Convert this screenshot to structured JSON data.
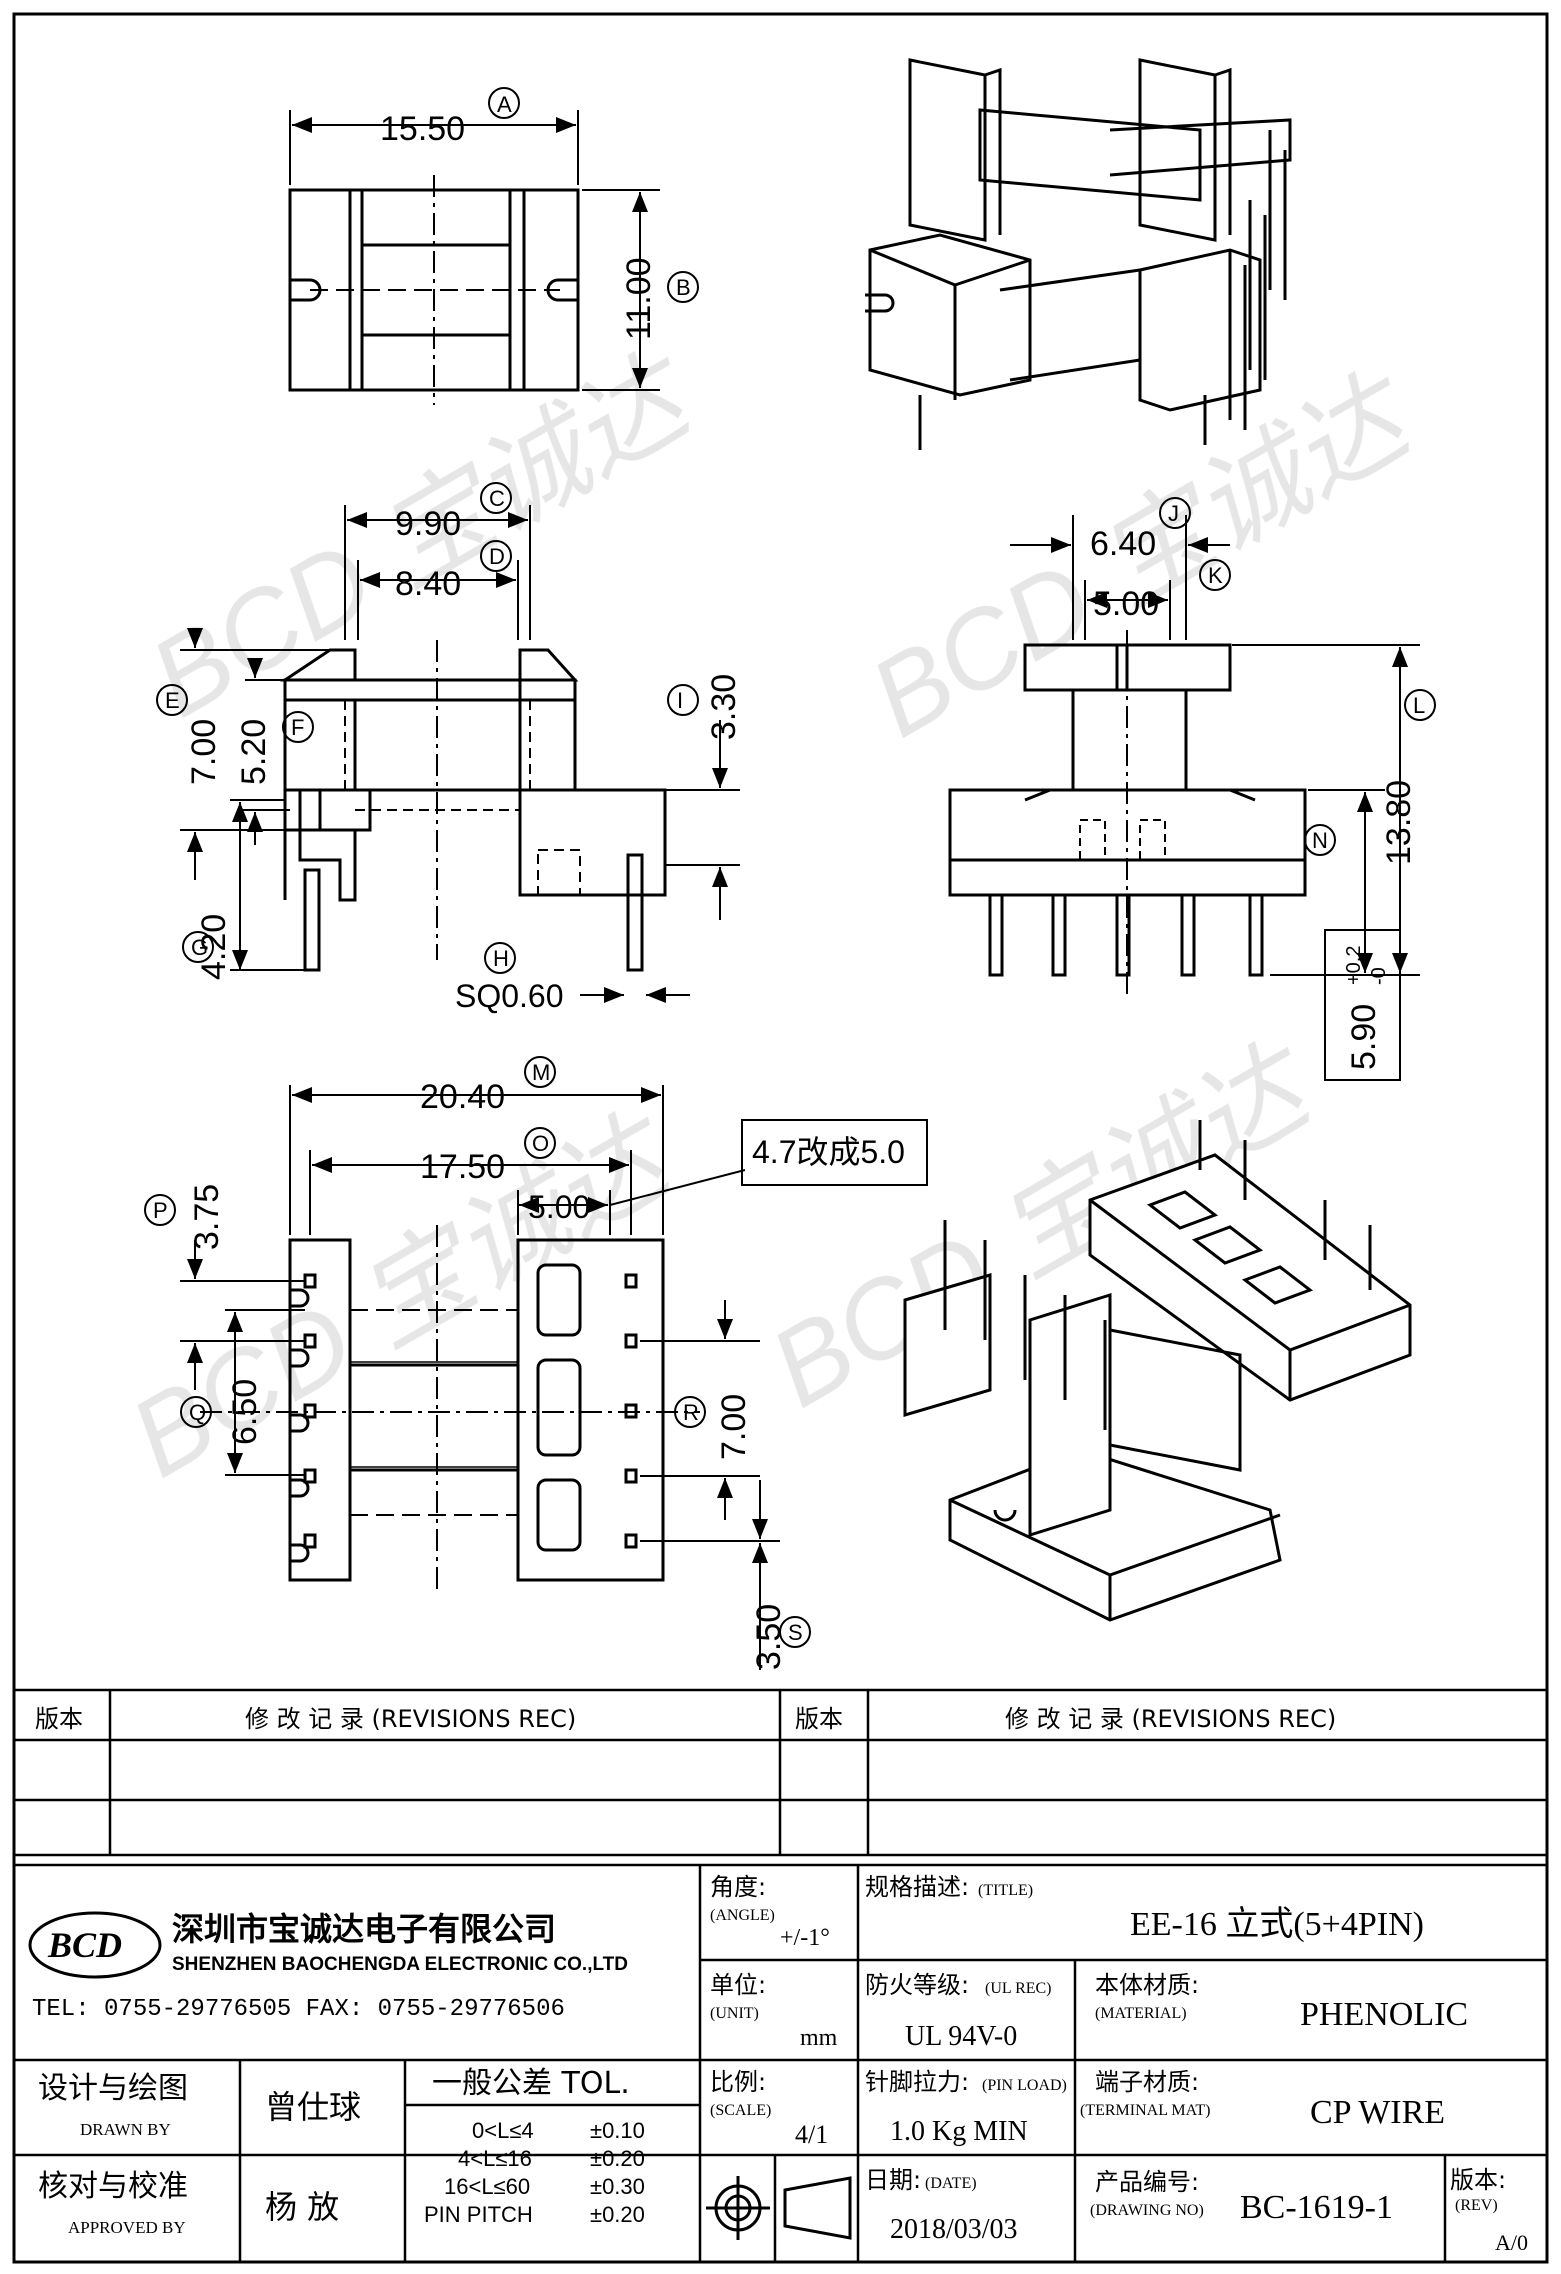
{
  "dimensions": {
    "A": {
      "letter": "A",
      "value": "15.50"
    },
    "B": {
      "letter": "B",
      "value": "11.00"
    },
    "C": {
      "letter": "C",
      "value": "9.90"
    },
    "D": {
      "letter": "D",
      "value": "8.40"
    },
    "E": {
      "letter": "E",
      "value": "7.00"
    },
    "F": {
      "letter": "F",
      "value": "5.20"
    },
    "G": {
      "letter": "G",
      "value": "4.20"
    },
    "H": {
      "letter": "H",
      "value": "SQ0.60"
    },
    "I": {
      "letter": "I",
      "value": "3.30"
    },
    "J": {
      "letter": "J",
      "value": "6.40"
    },
    "K": {
      "letter": "K",
      "value": "5.00"
    },
    "L": {
      "letter": "L",
      "value": "13.80"
    },
    "N": {
      "letter": "N",
      "value": "5.90",
      "tol_plus": "+0.2",
      "tol_minus": "-0"
    },
    "M": {
      "letter": "M",
      "value": "20.40"
    },
    "O": {
      "letter": "O",
      "value": "17.50"
    },
    "P": {
      "letter": "P",
      "value": "3.75"
    },
    "Q": {
      "letter": "Q",
      "value": "6.50"
    },
    "R": {
      "letter": "R",
      "value": "7.00"
    },
    "S": {
      "letter": "S",
      "value": "3.50"
    },
    "pitch": {
      "value": "5.00"
    }
  },
  "note": "4.7改成5.0",
  "watermark": "BCD 宝诚达",
  "revisions": {
    "left_version_header": "版本",
    "left_record_header": "修 改 记 录 (REVISIONS REC)",
    "right_version_header": "版本",
    "right_record_header": "修 改 记 录 (REVISIONS REC)"
  },
  "company": {
    "logo": "BCD",
    "name_cn": "深圳市宝诚达电子有限公司",
    "name_en": "SHENZHEN BAOCHENGDA ELECTRONIC CO.,LTD",
    "contact": "TEL: 0755-29776505  FAX: 0755-29776506"
  },
  "title_block": {
    "angle_label": "角度:",
    "angle_label_en": "(ANGLE)",
    "angle_value": "+/-1°",
    "title_label": "规格描述:",
    "title_label_en": "(TITLE)",
    "title_value": "EE-16 立式(5+4PIN)",
    "unit_label": "单位:",
    "unit_label_en": "(UNIT)",
    "unit_value": "mm",
    "ul_label": "防火等级:",
    "ul_label_en": "(UL REC)",
    "ul_value": "UL 94V-0",
    "material_label": "本体材质:",
    "material_label_en": "(MATERIAL)",
    "material_value": "PHENOLIC",
    "designer_label": "设计与绘图",
    "designer_label_en": "DRAWN BY",
    "designer_value": "曾仕球",
    "tolerance_label": "一般公差 TOL.",
    "tolerances": [
      {
        "range": "0<L≤4",
        "tol": "±0.10"
      },
      {
        "range": "4<L≤16",
        "tol": "±0.20"
      },
      {
        "range": "16<L≤60",
        "tol": "±0.30"
      },
      {
        "range": "PIN PITCH",
        "tol": "±0.20"
      }
    ],
    "scale_label": "比例:",
    "scale_label_en": "(SCALE)",
    "scale_value": "4/1",
    "pinload_label": "针脚拉力:",
    "pinload_label_en": "(PIN LOAD)",
    "pinload_value": "1.0 Kg MIN",
    "terminal_label": "端子材质:",
    "terminal_label_en": "(TERMINAL MAT)",
    "terminal_value": "CP WIRE",
    "approver_label": "核对与校准",
    "approver_label_en": "APPROVED BY",
    "approver_value": "杨  放",
    "date_label": "日期:",
    "date_label_en": "(DATE)",
    "date_value": "2018/03/03",
    "drawing_no_label": "产品编号:",
    "drawing_no_label_en": "(DRAWING NO)",
    "drawing_no_value": "BC-1619-1",
    "rev_label": "版本:",
    "rev_label_en": "(REV)",
    "rev_value": "A/0"
  }
}
